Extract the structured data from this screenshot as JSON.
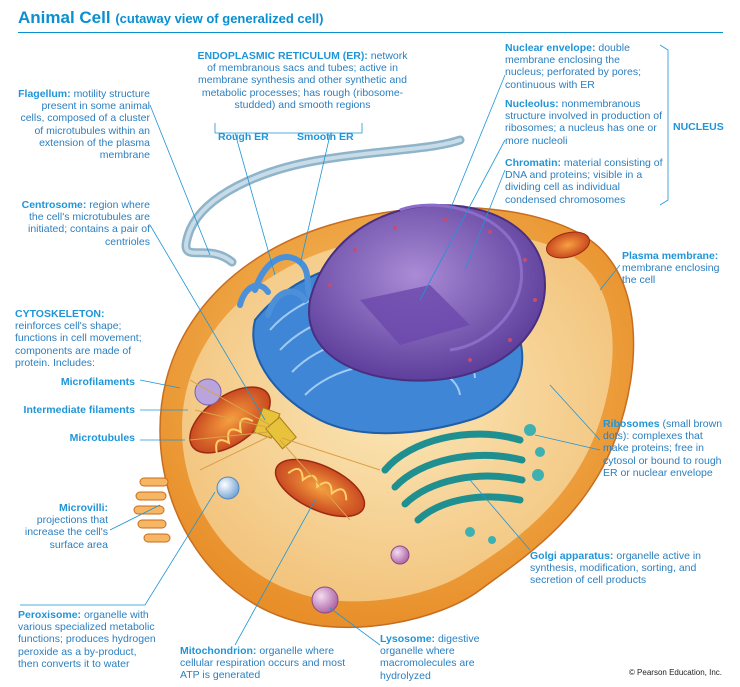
{
  "title": "Animal Cell",
  "subtitle": "(cutaway view of generalized cell)",
  "labels": {
    "er": {
      "name": "ENDOPLASMIC RETICULUM (ER):",
      "text": "network of membranous sacs and tubes; active in membrane synthesis and other synthetic and metabolic processes; has rough (ribosome-studded) and smooth regions"
    },
    "rough_er": "Rough ER",
    "smooth_er": "Smooth ER",
    "nuclear_envelope": {
      "name": "Nuclear envelope:",
      "text": "double membrane enclosing the nucleus; perforated by pores; continuous with ER"
    },
    "nucleolus": {
      "name": "Nucleolus:",
      "text": "nonmembranous structure involved in production of ribosomes; a nucleus has one or more nucleoli"
    },
    "chromatin": {
      "name": "Chromatin:",
      "text": "material consisting of DNA and proteins; visible in a dividing cell as individual condensed chromosomes"
    },
    "nucleus": "NUCLEUS",
    "flagellum": {
      "name": "Flagellum:",
      "text": "motility structure present in some animal cells, composed of a cluster of microtubules within an extension of the plasma membrane"
    },
    "centrosome": {
      "name": "Centrosome:",
      "text": "region where the cell's microtubules are initiated; contains a pair of centrioles"
    },
    "cytoskeleton": {
      "name": "CYTOSKELETON:",
      "text": "reinforces cell's shape; functions in cell movement; components are made of protein. Includes:"
    },
    "microfilaments": "Microfilaments",
    "intermediate_filaments": "Intermediate filaments",
    "microtubules": "Microtubules",
    "microvilli": {
      "name": "Microvilli:",
      "text": "projections that increase the cell's surface area"
    },
    "peroxisome": {
      "name": "Peroxisome:",
      "text": "organelle with various specialized metabolic functions; produces hydrogen peroxide as a by-product, then converts it to water"
    },
    "mitochondrion": {
      "name": "Mitochondrion:",
      "text": "organelle where cellular respiration occurs and most ATP is generated"
    },
    "lysosome": {
      "name": "Lysosome:",
      "text": "digestive organelle where macromolecules are hydrolyzed"
    },
    "golgi": {
      "name": "Golgi apparatus:",
      "text": "organelle active in synthesis, modification, sorting, and secretion of cell products"
    },
    "ribosomes": {
      "name": "Ribosomes",
      "text": "(small brown dots): complexes that make proteins; free in cytosol or bound to rough ER or nuclear envelope"
    },
    "plasma_membrane": {
      "name": "Plasma membrane:",
      "text": "membrane enclosing the cell"
    }
  },
  "copyright": "© Pearson Education, Inc.",
  "colors": {
    "accent": "#1f95d8",
    "text": "#2a7fc0"
  }
}
